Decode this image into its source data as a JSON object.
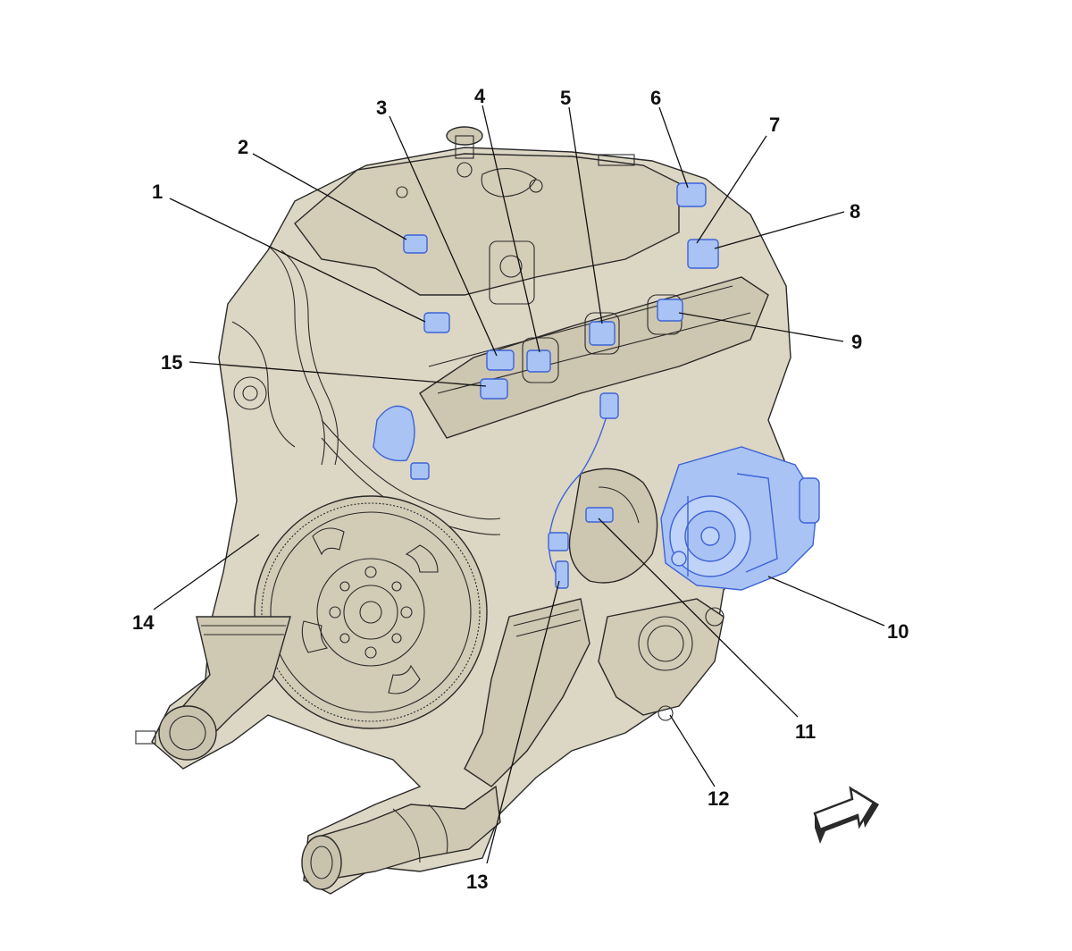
{
  "colors": {
    "engine_fill": "#dcd6c4",
    "engine_shade": "#c9c2ad",
    "outline": "#2a2a2a",
    "highlight_fill": "#a9c3f5",
    "highlight_stroke": "#3d63d6",
    "callout_text": "#111111",
    "background": "#ffffff"
  },
  "icons": {
    "direction": "direction-arrow-icon"
  },
  "callouts": [
    {
      "id": "1",
      "label": "1"
    },
    {
      "id": "2",
      "label": "2"
    },
    {
      "id": "3",
      "label": "3"
    },
    {
      "id": "4",
      "label": "4"
    },
    {
      "id": "5",
      "label": "5"
    },
    {
      "id": "6",
      "label": "6"
    },
    {
      "id": "7",
      "label": "7"
    },
    {
      "id": "8",
      "label": "8"
    },
    {
      "id": "9",
      "label": "9"
    },
    {
      "id": "10",
      "label": "10"
    },
    {
      "id": "11",
      "label": "11"
    },
    {
      "id": "12",
      "label": "12"
    },
    {
      "id": "13",
      "label": "13"
    },
    {
      "id": "14",
      "label": "14"
    },
    {
      "id": "15",
      "label": "15"
    }
  ]
}
